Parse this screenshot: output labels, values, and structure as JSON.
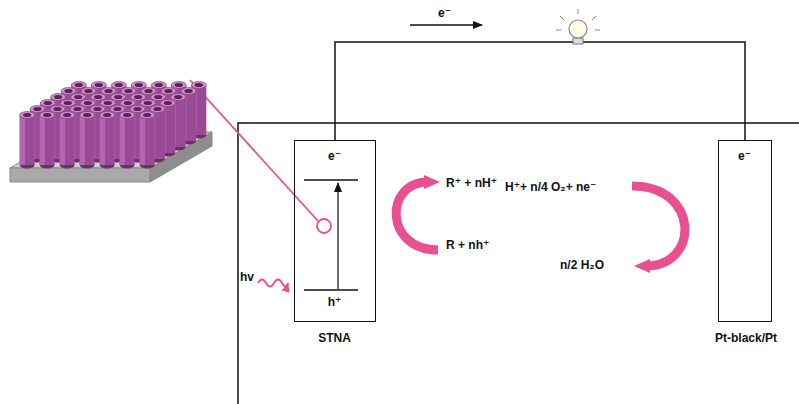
{
  "diagram": {
    "nodes": [
      {
        "text": [
          "e⁻",
          "h⁺",
          "STNA"
        ]
      },
      {
        "text": [
          "e⁻",
          "Pt-black/Pt"
        ]
      }
    ],
    "edges": [
      {
        "from": 0,
        "to": 1,
        "arrow": "none"
      }
    ],
    "labels": [
      "e⁻",
      "hv",
      "R⁺ + nH⁺",
      "R + nh⁺",
      "H⁺+ n/4 O₂+ ne⁻",
      "n/2 H₂O"
    ]
  }
}
